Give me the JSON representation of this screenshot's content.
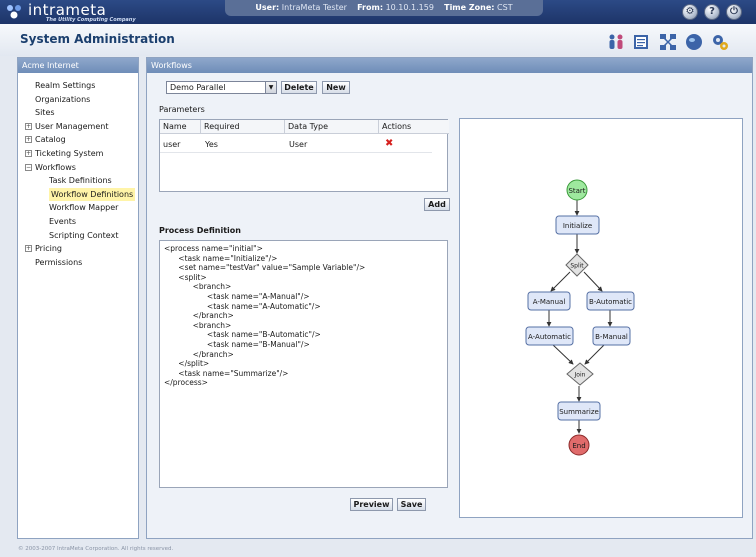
{
  "brand": {
    "name": "intrameta",
    "tagline": "The Utility Computing Company"
  },
  "session": {
    "user_label": "User:",
    "user_value": "IntraMeta Tester",
    "from_label": "From:",
    "from_value": "10.10.1.159",
    "tz_label": "Time Zone:",
    "tz_value": "CST"
  },
  "top_icons": [
    "wrench-icon",
    "help-icon",
    "power-icon"
  ],
  "header": {
    "title": "System Administration"
  },
  "header_icons": [
    "users-icon",
    "list-icon",
    "network-icon",
    "globe-icon",
    "gears-icon"
  ],
  "sidebar": {
    "title": "Acme Internet",
    "items": [
      {
        "label": "Realm Settings",
        "level": 0,
        "expander": ""
      },
      {
        "label": "Organizations",
        "level": 0,
        "expander": ""
      },
      {
        "label": "Sites",
        "level": 0,
        "expander": ""
      },
      {
        "label": "User Management",
        "level": 0,
        "expander": "+"
      },
      {
        "label": "Catalog",
        "level": 0,
        "expander": "+"
      },
      {
        "label": "Ticketing System",
        "level": 0,
        "expander": "+"
      },
      {
        "label": "Workflows",
        "level": 0,
        "expander": "-"
      },
      {
        "label": "Task Definitions",
        "level": 1,
        "expander": ""
      },
      {
        "label": "Workflow Definitions",
        "level": 1,
        "expander": "",
        "selected": true
      },
      {
        "label": "Workflow Mapper",
        "level": 1,
        "expander": ""
      },
      {
        "label": "Events",
        "level": 1,
        "expander": ""
      },
      {
        "label": "Scripting Context",
        "level": 1,
        "expander": ""
      },
      {
        "label": "Pricing",
        "level": 0,
        "expander": "+"
      },
      {
        "label": "Permissions",
        "level": 0,
        "expander": ""
      }
    ]
  },
  "main": {
    "title": "Workflows",
    "workflow_select": {
      "value": "Demo Parallel"
    },
    "delete_label": "Delete",
    "new_label": "New",
    "parameters": {
      "label": "Parameters",
      "columns": [
        "Name",
        "Required",
        "Data Type",
        "Actions"
      ],
      "rows": [
        {
          "name": "user",
          "required": "Yes",
          "data_type": "User"
        }
      ],
      "add_label": "Add"
    },
    "definition": {
      "label": "Process Definition",
      "text": "<process name=\"initial\">\n      <task name=\"Initialize\"/>\n      <set name=\"testVar\" value=\"Sample Variable\"/>\n      <split>\n            <branch>\n                  <task name=\"A-Manual\"/>\n                  <task name=\"A-Automatic\"/>\n            </branch>\n            <branch>\n                  <task name=\"B-Automatic\"/>\n                  <task name=\"B-Manual\"/>\n            </branch>\n      </split>\n      <task name=\"Summarize\"/>\n</process>"
    },
    "preview_label": "Preview",
    "save_label": "Save"
  },
  "diagram": {
    "start": "Start",
    "initialize": "Initialize",
    "split": "Split",
    "a_manual": "A-Manual",
    "b_automatic": "B-Automatic",
    "a_automatic": "A-Automatic",
    "b_manual": "B-Manual",
    "join": "Join",
    "summarize": "Summarize",
    "end": "End",
    "colors": {
      "start": "#9ee89e",
      "end": "#e06b6b",
      "task": "#dfe7f8",
      "gateway": "#e2e2e2"
    }
  },
  "footer": {
    "copyright": "© 2003-2007 IntraMeta Corporation.  All rights reserved."
  }
}
